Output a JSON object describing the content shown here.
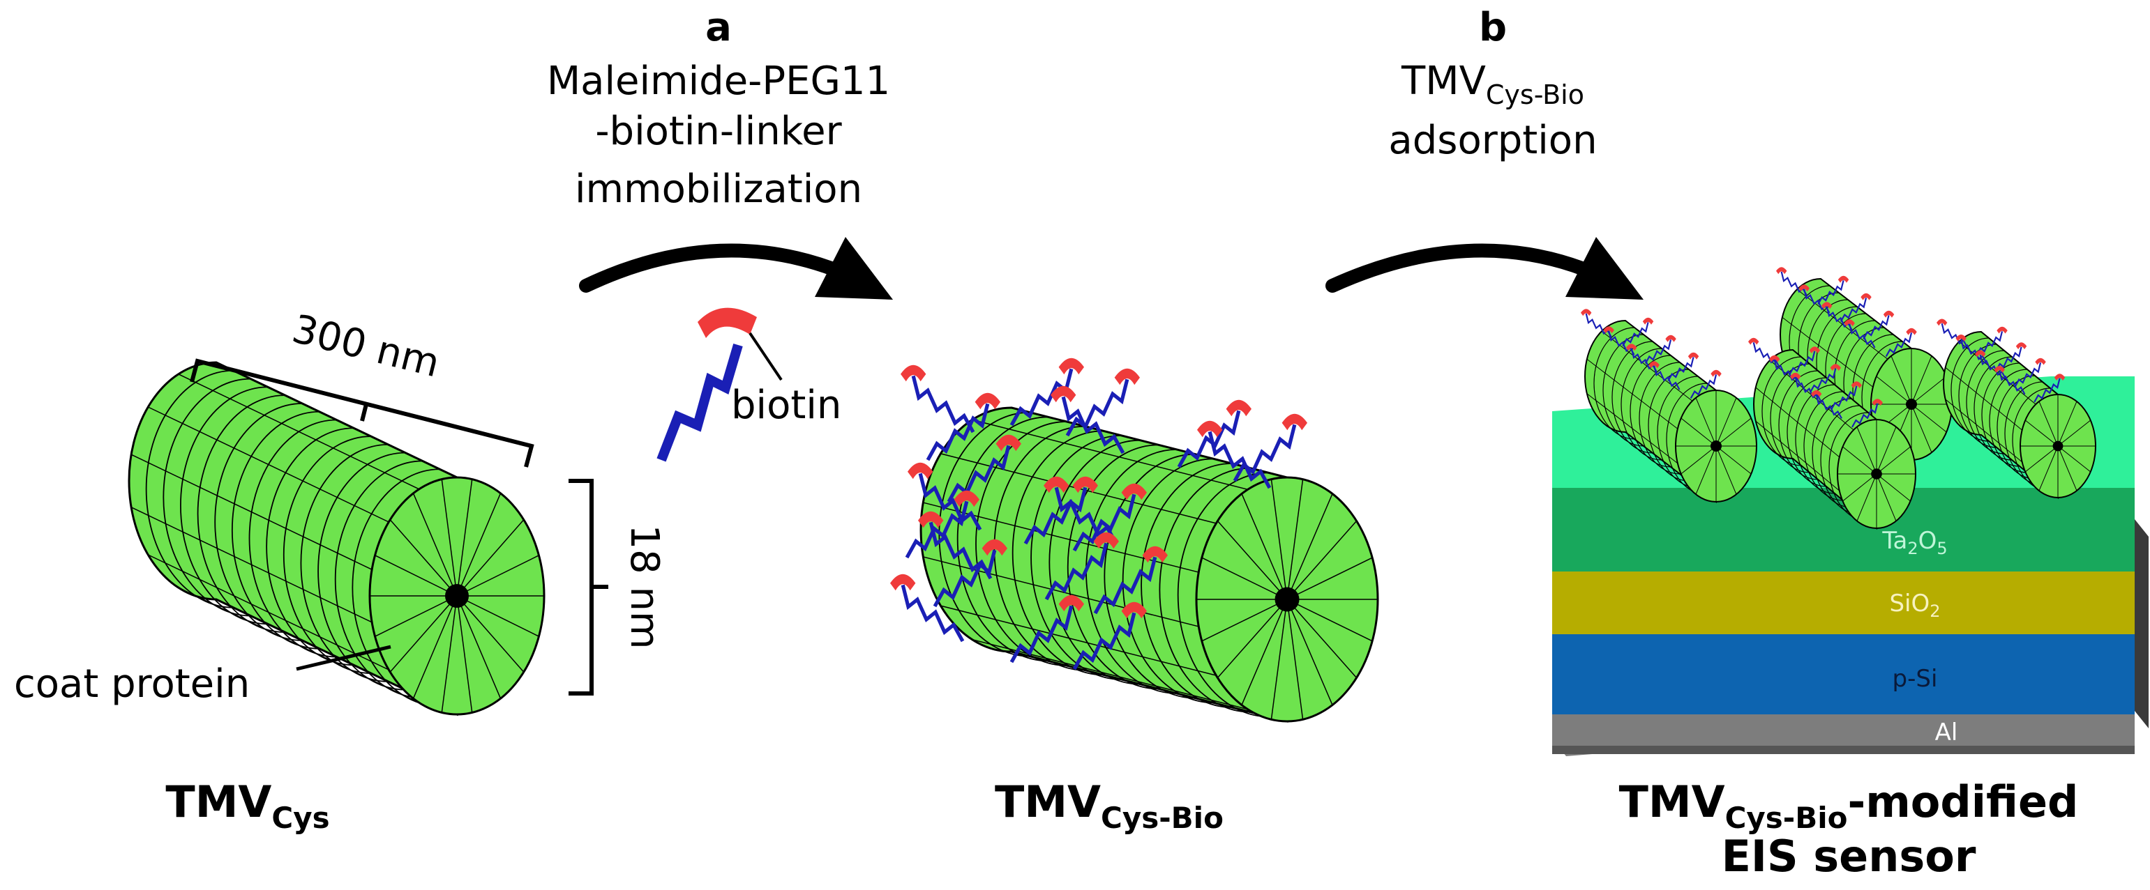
{
  "steps": {
    "a": {
      "letter": "a",
      "line1": "Maleimide-PEG11",
      "line2": "-biotin-linker",
      "line3": "immobilization"
    },
    "b": {
      "letter": "b",
      "main": "TMV",
      "sub": "Cys-Bio",
      "line2": "adsorption"
    }
  },
  "dimensions": {
    "length": "300 nm",
    "diameter": "18 nm"
  },
  "labels": {
    "coat_protein": "coat protein",
    "biotin": "biotin"
  },
  "captions": {
    "tmv_cys": {
      "main": "TMV",
      "sub": "Cys"
    },
    "tmv_cys_bio": {
      "main": "TMV",
      "sub": "Cys-Bio"
    },
    "sensor": {
      "main": "TMV",
      "sub": "Cys-Bio",
      "suffix": "-modified",
      "line2": "EIS sensor"
    }
  },
  "layers": {
    "ta2o5": {
      "main": "Ta",
      "sub1": "2",
      "mid": "O",
      "sub2": "5"
    },
    "sio2": {
      "main": "SiO",
      "sub": "2"
    },
    "psi": "p-Si",
    "al": "Al"
  },
  "colors": {
    "virus_green": "#6ee34e",
    "linker_blue": "#1a1fb5",
    "biotin_red": "#ef3b3b",
    "ta2o5_top": "#2ff09a",
    "ta2o5_front": "#18a85c",
    "sio2": "#b6ad00",
    "psi": "#0d64b0",
    "al": "#7d7d7d"
  }
}
